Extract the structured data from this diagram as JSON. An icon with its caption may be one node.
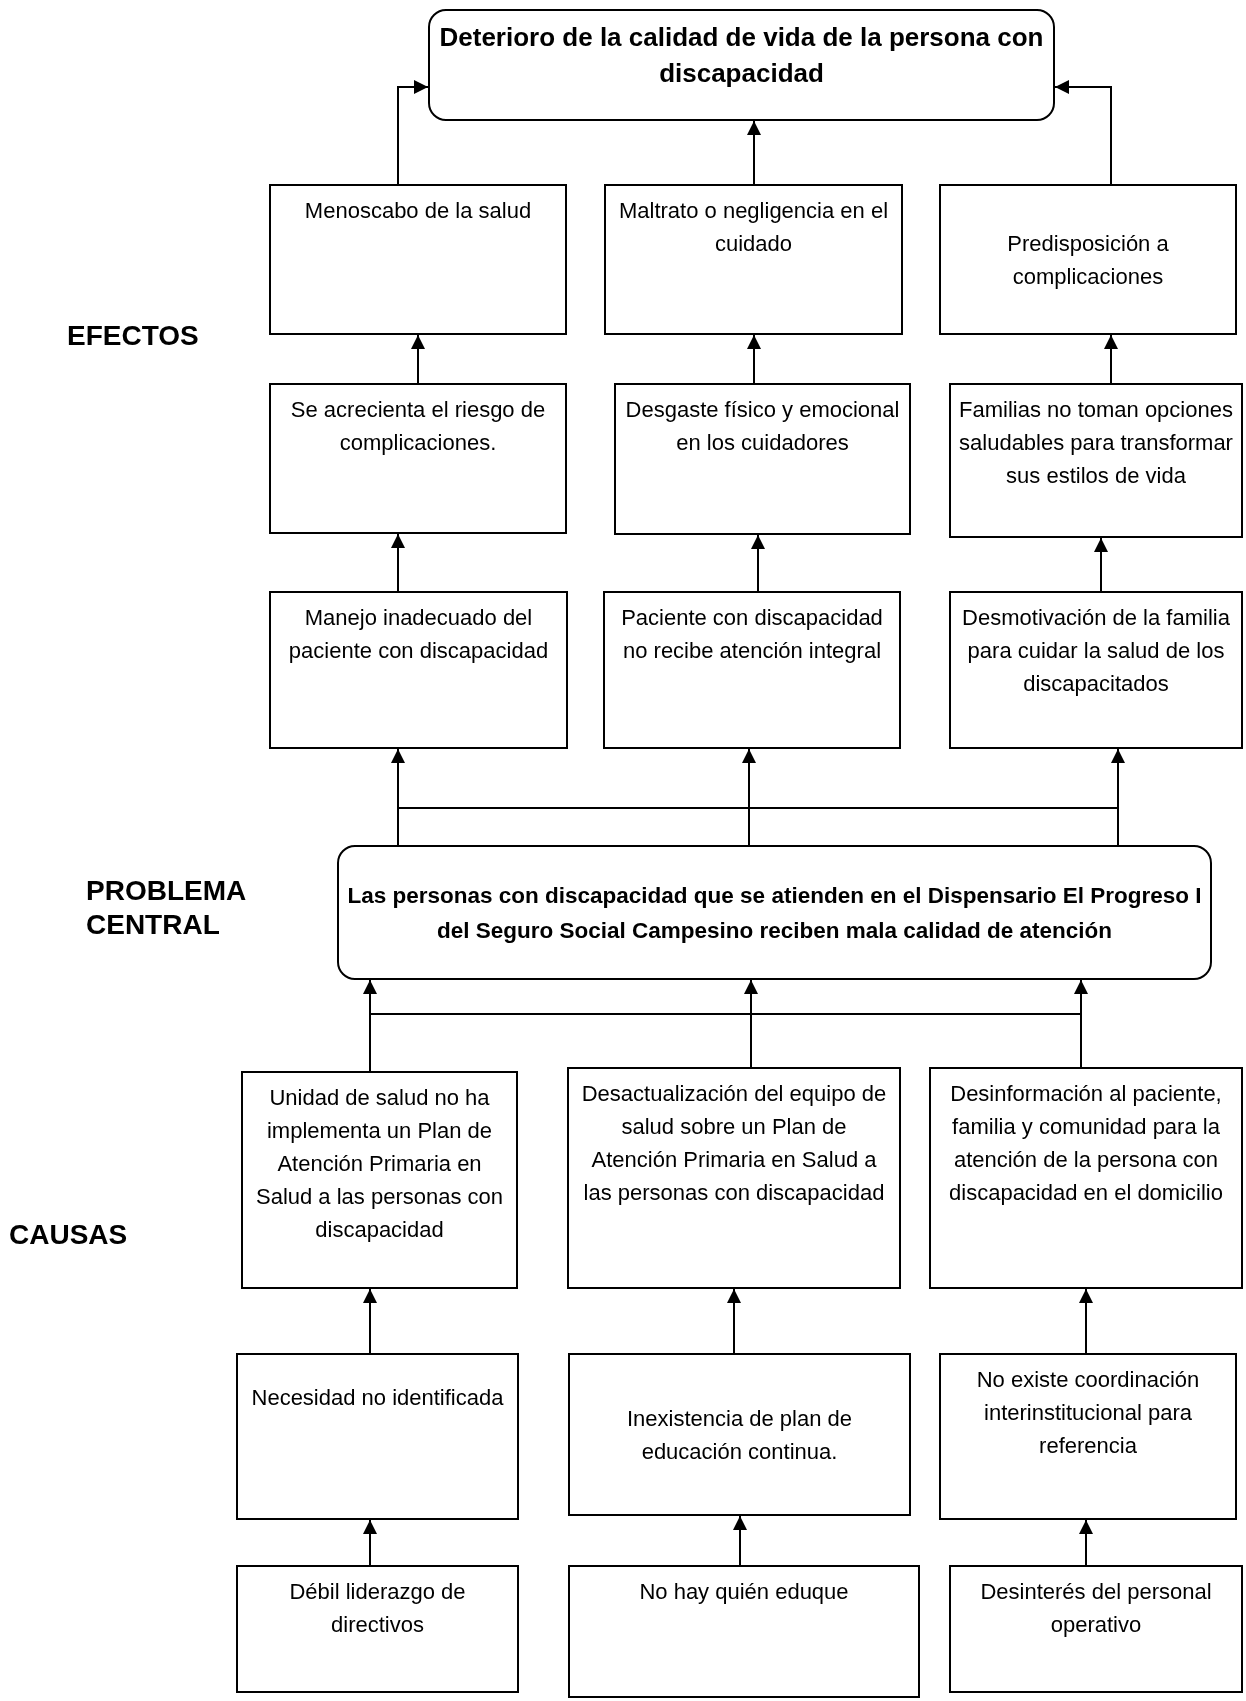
{
  "diagram": {
    "nodes": [
      {
        "text": [
          "Deterioro de la calidad de vida de la persona con discapacidad"
        ]
      },
      {
        "text": [
          "Menoscabo de la salud"
        ]
      },
      {
        "text": [
          "Maltrato o negligencia en el cuidado"
        ]
      },
      {
        "text": [
          "Predisposición a complicaciones"
        ]
      },
      {
        "text": [
          "Se acrecienta el riesgo de complicaciones."
        ]
      },
      {
        "text": [
          "Desgaste físico y emocional en los cuidadores"
        ]
      },
      {
        "text": [
          "Familias no toman opciones saludables para transformar sus estilos de vida"
        ]
      },
      {
        "text": [
          "Manejo inadecuado del paciente con discapacidad"
        ]
      },
      {
        "text": [
          "Paciente con discapacidad no recibe atención integral"
        ]
      },
      {
        "text": [
          "Desmotivación de la familia para cuidar la salud de los discapacitados"
        ]
      },
      {
        "text": [
          "Las personas con discapacidad que se atienden en el Dispensario El Progreso I del Seguro Social Campesino reciben mala calidad de atención"
        ]
      },
      {
        "text": [
          "Unidad de salud no ha implementa un Plan de Atención Primaria en Salud a las personas con discapacidad"
        ]
      },
      {
        "text": [
          "Desactualización del equipo de salud sobre un Plan de Atención Primaria en Salud a las personas con discapacidad"
        ]
      },
      {
        "text": [
          "Desinformación al paciente, familia y comunidad para la atención de la persona con discapacidad en el domicilio"
        ]
      },
      {
        "text": [
          "Necesidad no identificada"
        ]
      },
      {
        "text": [
          "Inexistencia de plan de educación continua."
        ]
      },
      {
        "text": [
          "No existe coordinación interinstitucional para referencia"
        ]
      },
      {
        "text": [
          "Débil liderazgo de directivos"
        ]
      },
      {
        "text": [
          "No hay quién eduque"
        ]
      },
      {
        "text": [
          "Desinterés del personal operativo"
        ]
      }
    ],
    "edges": [
      {
        "from": 1,
        "to": 0,
        "arrow": "to"
      },
      {
        "from": 2,
        "to": 0,
        "arrow": "to"
      },
      {
        "from": 3,
        "to": 0,
        "arrow": "to"
      },
      {
        "from": 4,
        "to": 1,
        "arrow": "to"
      },
      {
        "from": 5,
        "to": 2,
        "arrow": "to"
      },
      {
        "from": 6,
        "to": 3,
        "arrow": "to"
      },
      {
        "from": 7,
        "to": 4,
        "arrow": "to"
      },
      {
        "from": 8,
        "to": 5,
        "arrow": "to"
      },
      {
        "from": 9,
        "to": 6,
        "arrow": "to"
      },
      {
        "from": 10,
        "to": 7,
        "arrow": "to"
      },
      {
        "from": 10,
        "to": 8,
        "arrow": "to"
      },
      {
        "from": 10,
        "to": 9,
        "arrow": "to"
      },
      {
        "from": 11,
        "to": 10,
        "arrow": "to"
      },
      {
        "from": 12,
        "to": 10,
        "arrow": "to"
      },
      {
        "from": 13,
        "to": 10,
        "arrow": "to"
      },
      {
        "from": 14,
        "to": 11,
        "arrow": "to"
      },
      {
        "from": 15,
        "to": 12,
        "arrow": "to"
      },
      {
        "from": 16,
        "to": 13,
        "arrow": "to"
      },
      {
        "from": 17,
        "to": 14,
        "arrow": "to"
      },
      {
        "from": 18,
        "to": 15,
        "arrow": "to"
      },
      {
        "from": 19,
        "to": 16,
        "arrow": "to"
      }
    ],
    "labels": [
      "EFECTOS",
      "PROBLEMA CENTRAL",
      "CAUSAS"
    ]
  }
}
